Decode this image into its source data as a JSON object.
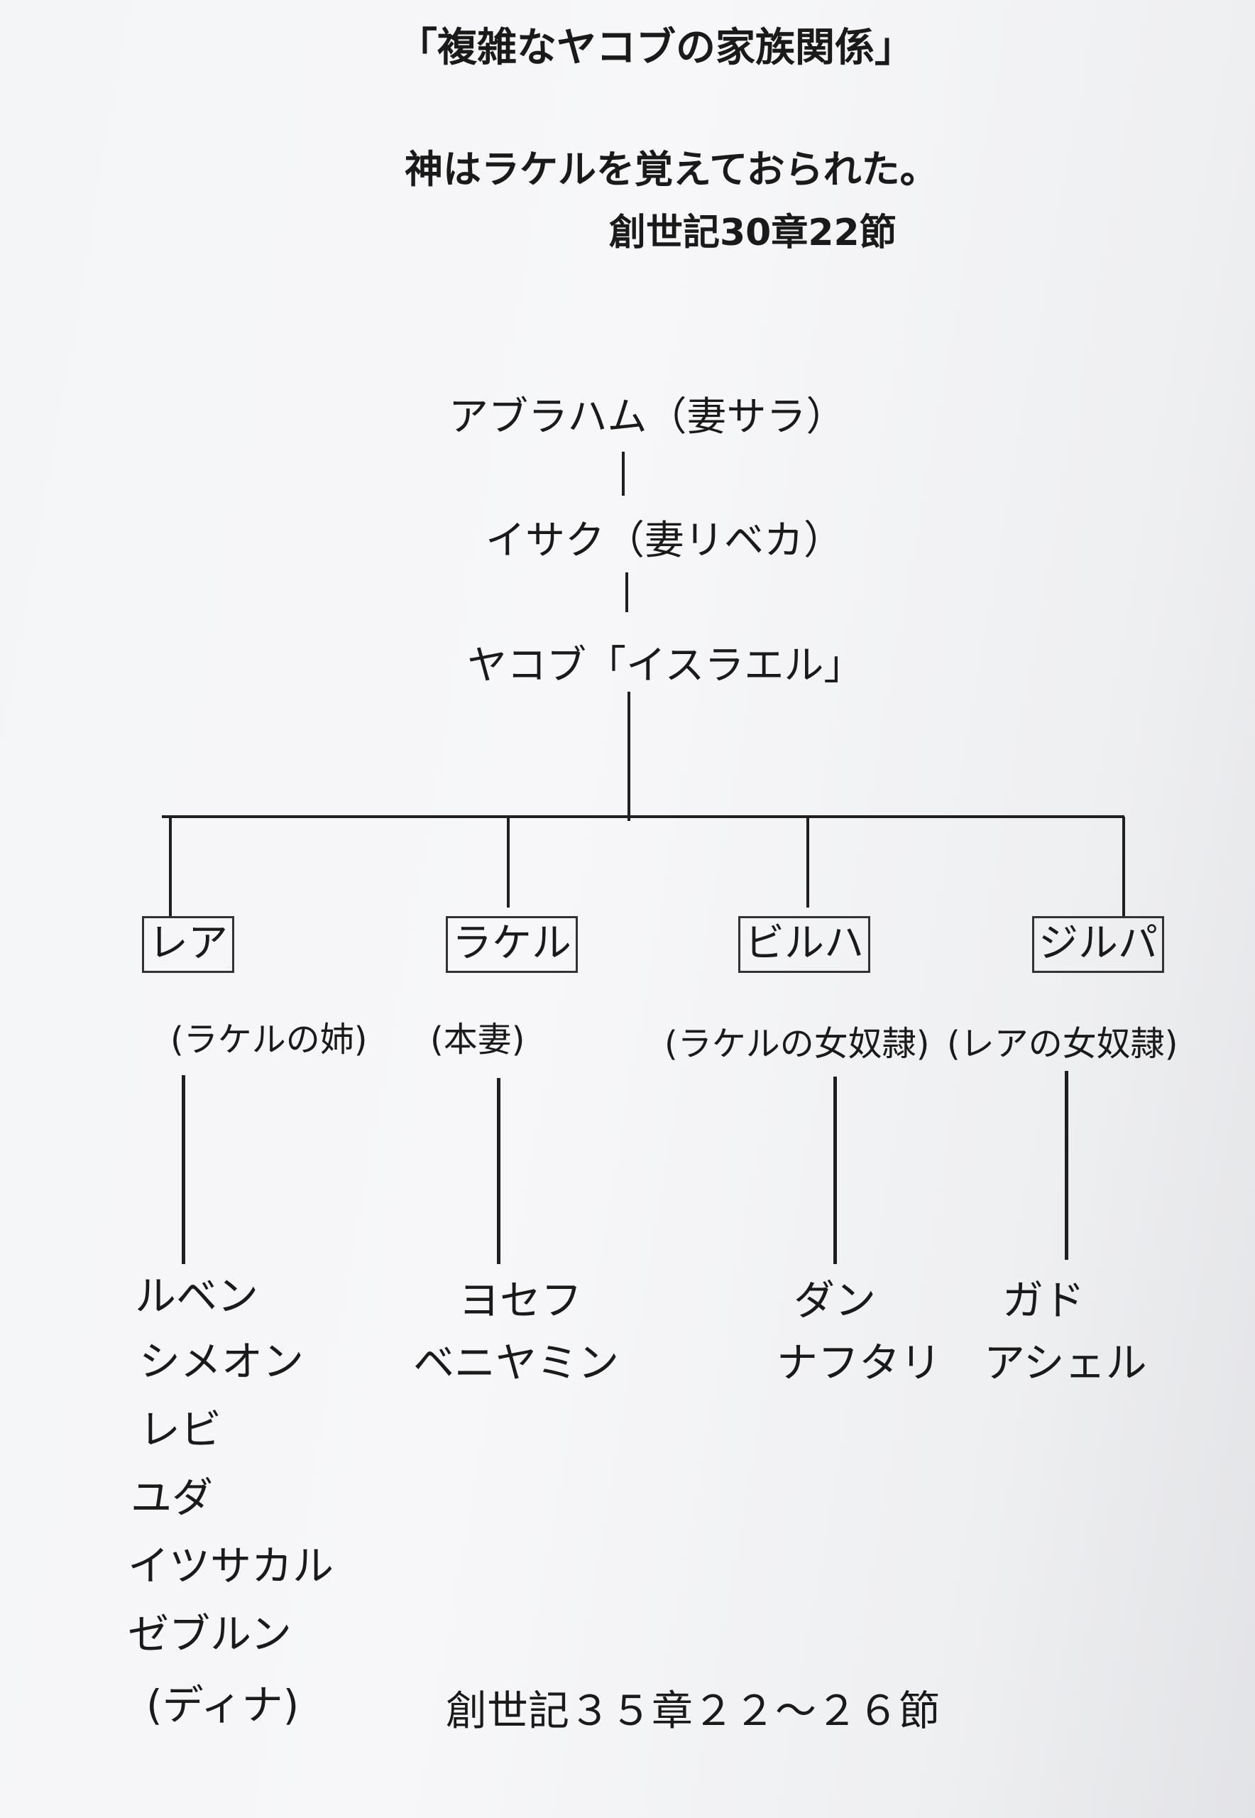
{
  "title": "「複雑なヤコブの家族関係」",
  "subtitle": "神はラケルを覚えておられた。",
  "subtitle_ref": "創世記30章22節",
  "lineage": [
    {
      "name": "アブラハム（妻サラ）"
    },
    {
      "name": "イサク（妻リベカ）"
    },
    {
      "name": "ヤコブ「イスラエル」"
    }
  ],
  "wives": [
    {
      "name": "レア",
      "note": "(ラケルの姉)",
      "children": [
        "ルベン",
        "シメオン",
        "レビ",
        "ユダ",
        "イツサカル",
        "ゼブルン",
        "(ディナ)"
      ]
    },
    {
      "name": "ラケル",
      "note": "(本妻)",
      "children": [
        "ヨセフ",
        "ベニヤミン"
      ]
    },
    {
      "name": "ビルハ",
      "note": "(ラケルの女奴隷)",
      "children": [
        "ダン",
        "ナフタリ"
      ]
    },
    {
      "name": "ジルパ",
      "note": "(レアの女奴隷)",
      "children": [
        "ガド",
        "アシェル"
      ]
    }
  ],
  "footer_ref": "創世記３５章２２〜２６節"
}
